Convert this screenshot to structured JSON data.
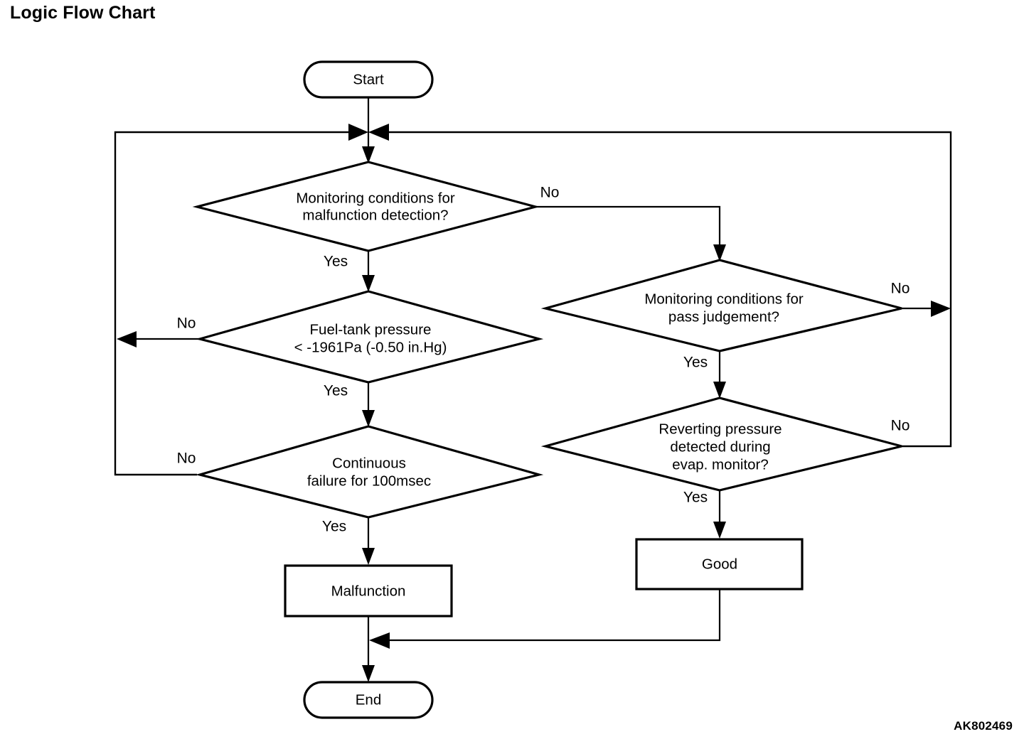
{
  "page": {
    "title": "Logic Flow Chart",
    "reference_code": "AK802469"
  },
  "chart_data": {
    "type": "diagram",
    "diagram_kind": "flowchart",
    "title": "Logic Flow Chart",
    "nodes": [
      {
        "id": "start",
        "shape": "terminator",
        "label": "Start"
      },
      {
        "id": "d1",
        "shape": "decision",
        "label_line1": "Monitoring conditions for",
        "label_line2": "malfunction detection?",
        "label": "Monitoring conditions for malfunction detection?"
      },
      {
        "id": "d2",
        "shape": "decision",
        "label_line1": "Fuel-tank pressure",
        "label_line2": "< -1961Pa (-0.50 in.Hg)",
        "label": "Fuel-tank pressure < -1961Pa (-0.50 in.Hg)"
      },
      {
        "id": "d3",
        "shape": "decision",
        "label_line1": "Continuous",
        "label_line2": "failure for 100msec",
        "label": "Continuous failure for 100msec"
      },
      {
        "id": "d4",
        "shape": "decision",
        "label_line1": "Monitoring conditions for",
        "label_line2": "pass judgement?",
        "label": "Monitoring conditions for pass judgement?"
      },
      {
        "id": "d5",
        "shape": "decision",
        "label_line1": "Reverting pressure",
        "label_line2": "detected during",
        "label_line3": "evap.  monitor?",
        "label": "Reverting pressure detected during evap. monitor?"
      },
      {
        "id": "malfunction",
        "shape": "process",
        "label": "Malfunction"
      },
      {
        "id": "good",
        "shape": "process",
        "label": "Good"
      },
      {
        "id": "end",
        "shape": "terminator",
        "label": "End"
      }
    ],
    "edges": [
      {
        "from": "start",
        "to": "d1",
        "label": ""
      },
      {
        "from": "d1",
        "to": "d2",
        "label": "Yes"
      },
      {
        "from": "d1",
        "to": "d4",
        "label": "No"
      },
      {
        "from": "d2",
        "to": "d3",
        "label": "Yes"
      },
      {
        "from": "d2",
        "to": "loop-left",
        "label": "No"
      },
      {
        "from": "d3",
        "to": "malfunction",
        "label": "Yes"
      },
      {
        "from": "d3",
        "to": "loop-left",
        "label": "No"
      },
      {
        "from": "d4",
        "to": "d5",
        "label": "Yes"
      },
      {
        "from": "d4",
        "to": "loop-right",
        "label": "No"
      },
      {
        "from": "d5",
        "to": "good",
        "label": "Yes"
      },
      {
        "from": "d5",
        "to": "loop-right",
        "label": "No"
      },
      {
        "from": "malfunction",
        "to": "end",
        "label": ""
      },
      {
        "from": "good",
        "to": "end",
        "label": ""
      }
    ],
    "branch_labels": {
      "d1_yes": "Yes",
      "d1_no": "No",
      "d2_yes": "Yes",
      "d2_no": "No",
      "d3_yes": "Yes",
      "d3_no": "No",
      "d4_yes": "Yes",
      "d4_no": "No",
      "d5_yes": "Yes",
      "d5_no": "No"
    },
    "colors": {
      "stroke": "#000000",
      "fill": "#ffffff",
      "text": "#000000"
    }
  }
}
